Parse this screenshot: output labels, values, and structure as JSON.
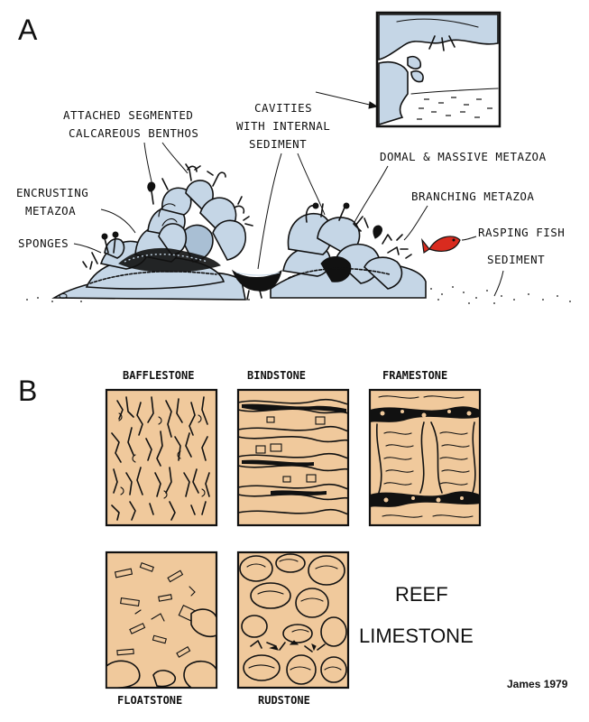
{
  "panel_a": {
    "letter": "A",
    "labels": {
      "attached_line1": "ATTACHED SEGMENTED",
      "attached_line2": "CALCAREOUS BENTHOS",
      "cavities_line1": "CAVITIES",
      "cavities_line2": "WITH INTERNAL",
      "cavities_line3": "SEDIMENT",
      "domal": "DOMAL & MASSIVE METAZOA",
      "encrusting_line1": "ENCRUSTING",
      "encrusting_line2": "METAZOA",
      "branching": "BRANCHING METAZOA",
      "sponges": "SPONGES",
      "rasping_fish": "RASPING FISH",
      "sediment": "SEDIMENT"
    }
  },
  "panel_b": {
    "letter": "B",
    "types": {
      "bafflestone": "BAFFLESTONE",
      "bindstone": "BINDSTONE",
      "framestone": "FRAMESTONE",
      "floatstone": "FLOATSTONE",
      "rudstone": "RUDSTONE"
    },
    "heading_line1": "REEF",
    "heading_line2": "LIMESTONE",
    "credit": "James 1979"
  },
  "colors": {
    "reef_blue": "#c5d6e6",
    "rock_tan": "#f0c99c",
    "fish_red": "#d92b1f",
    "ink": "#111111"
  }
}
